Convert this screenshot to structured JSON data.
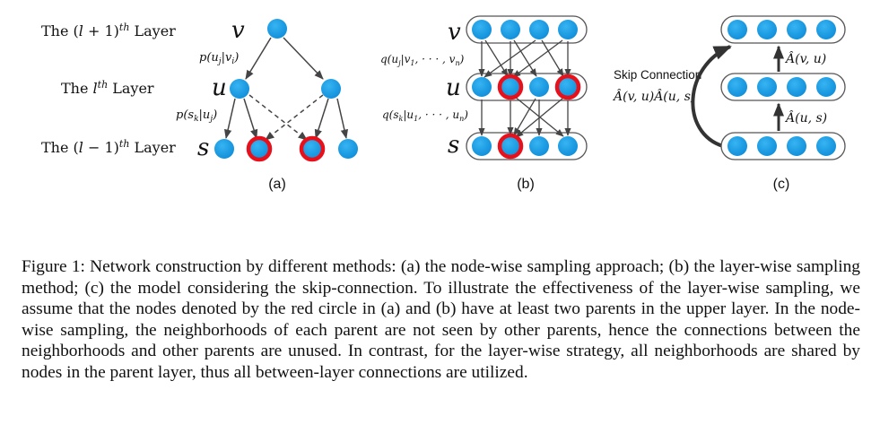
{
  "colors": {
    "node": "#1a9ee6",
    "node_edge": "#0e78b8",
    "highlight": "#e8101a",
    "edge": "#444444"
  },
  "panel_a": {
    "layer_top_label": "The (l + 1)th Layer",
    "layer_mid_label": "The lth Layer",
    "layer_bot_label": "The (l − 1)th Layer",
    "var_v": "v",
    "var_u": "u",
    "var_s": "s",
    "prob_top": "p(uj|vi)",
    "prob_bot": "p(sk|uj)",
    "caption": "(a)"
  },
  "panel_b": {
    "var_v": "v",
    "var_u": "u",
    "var_s": "s",
    "prob_top": "q(uj|v1, · · · , vn)",
    "prob_bot": "q(sk|u1, · · · , un)",
    "caption": "(b)"
  },
  "panel_c": {
    "skip_label": "Skip Connection",
    "skip_formula": "Â(v, u)Â(u, s)",
    "edge_top": "Â(v, u)",
    "edge_bot": "Â(u, s)",
    "caption": "(c)"
  },
  "caption": "Figure 1: Network construction by different methods: (a) the node-wise sampling approach; (b) the layer-wise sampling method; (c) the model considering the skip-connection. To illustrate the effectiveness of the layer-wise sampling, we assume that the nodes denoted by the red circle in (a) and (b) have at least two parents in the upper layer. In the node-wise sampling, the neighborhoods of each parent are not seen by other parents, hence the connections between the neighborhoods and other parents are unused. In contrast, for the layer-wise strategy, all neighborhoods are shared by nodes in the parent layer, thus all between-layer connections are utilized."
}
